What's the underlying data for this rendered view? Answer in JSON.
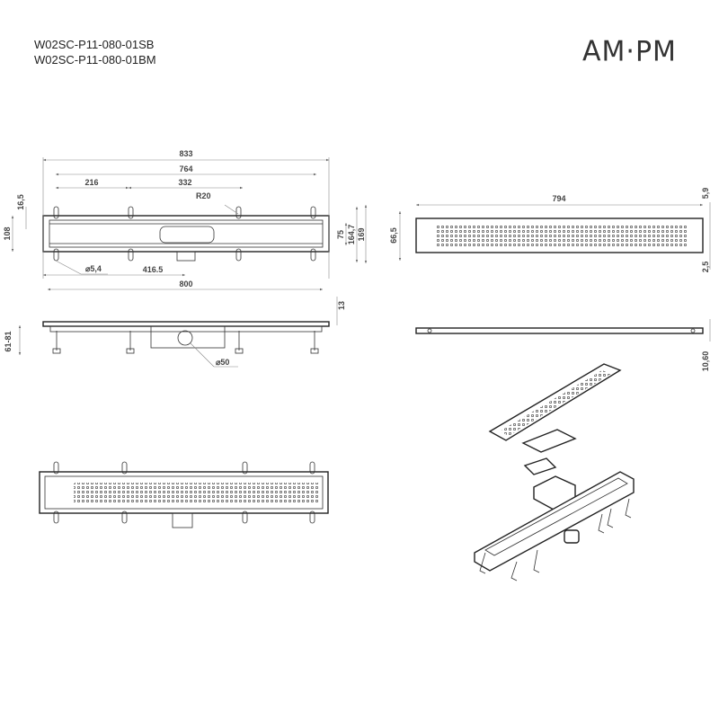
{
  "header": {
    "model_codes": [
      "W02SC-P11-080-01SB",
      "W02SC-P11-080-01BM"
    ],
    "brand_logo": "AM·PM"
  },
  "top_view": {
    "dims": {
      "overall_length": "833",
      "leg_span": "764",
      "leg_gap_1": "216",
      "leg_gap_2": "332",
      "radius": "R20",
      "leg_offset": "16,5",
      "width": "108",
      "hole_diameter": "⌀5,4",
      "outlet_offset": "416.5",
      "channel_length": "800",
      "inner_width": "75",
      "width_with_legs": "164,7",
      "overall_width": "169"
    }
  },
  "side_view": {
    "dims": {
      "flange_height": "13",
      "height_range": "61-81",
      "outlet_diameter": "⌀50"
    }
  },
  "grate_view": {
    "dims": {
      "grate_length": "794",
      "grate_width": "66,5",
      "edge_top": "5,9",
      "edge_bottom": "2,5",
      "grate_thickness": "10,60"
    }
  }
}
